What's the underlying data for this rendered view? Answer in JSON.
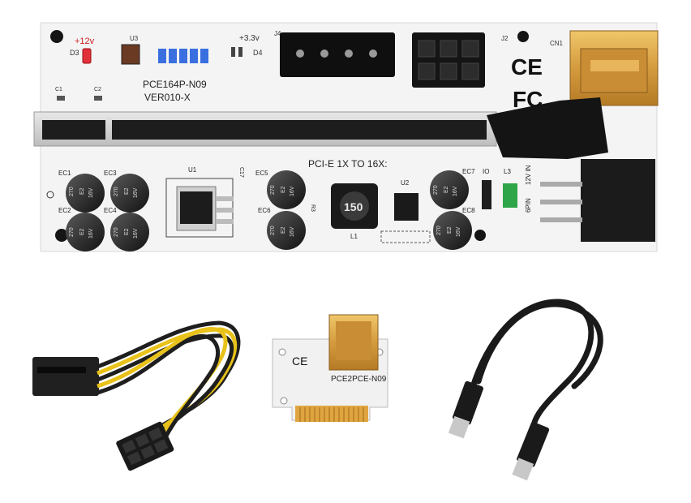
{
  "board": {
    "label_12v": "+12v",
    "label_33v": "+3.3v",
    "label_d3": "D3",
    "label_u3": "U3",
    "label_j4": "J4",
    "label_j2": "J2",
    "label_cn1": "CN1",
    "label_d4": "D4",
    "model_line1": "PCE164P-N09",
    "model_line2": "VER010-X",
    "label_c1": "C1",
    "label_c2": "C2",
    "pcie_text": "PCI-E 1X TO 16X:",
    "label_u1": "U1",
    "label_u2": "U2",
    "label_c17": "C17",
    "label_l1": "L1",
    "inductor_value": "150",
    "label_r3": "R3",
    "label_io": "IO",
    "label_l3": "L3",
    "label_12vin": "12V IN",
    "label_6pin": "6PIN",
    "ce_mark": "CE",
    "fc_mark": "FC",
    "caps": [
      {
        "id": "EC1",
        "text1": "270",
        "text2": "E2",
        "text3": "16V"
      },
      {
        "id": "EC2",
        "text1": "270",
        "text2": "E2",
        "text3": "16V"
      },
      {
        "id": "EC3",
        "text1": "270",
        "text2": "E2",
        "text3": "16V"
      },
      {
        "id": "EC4",
        "text1": "270",
        "text2": "E2",
        "text3": "16V"
      },
      {
        "id": "EC5",
        "text1": "270",
        "text2": "E2",
        "text3": "16V"
      },
      {
        "id": "EC6",
        "text1": "270",
        "text2": "E2",
        "text3": "16V"
      },
      {
        "id": "EC7",
        "text1": "270",
        "text2": "E2",
        "text3": "16V"
      },
      {
        "id": "EC8",
        "text1": "270",
        "text2": "E2",
        "text3": "16V"
      }
    ]
  },
  "adapter": {
    "model": "PCE2PCE-N09",
    "ce_mark": "CE"
  },
  "colors": {
    "pcb": "#f4f4f4",
    "slot": "#2a2a2a",
    "usb_gold": "#d9a548",
    "led_blue": "#3a6fe0",
    "led_red": "#e0303a",
    "cable_yellow": "#e8c21a",
    "cable_black": "#1e1e1e"
  }
}
